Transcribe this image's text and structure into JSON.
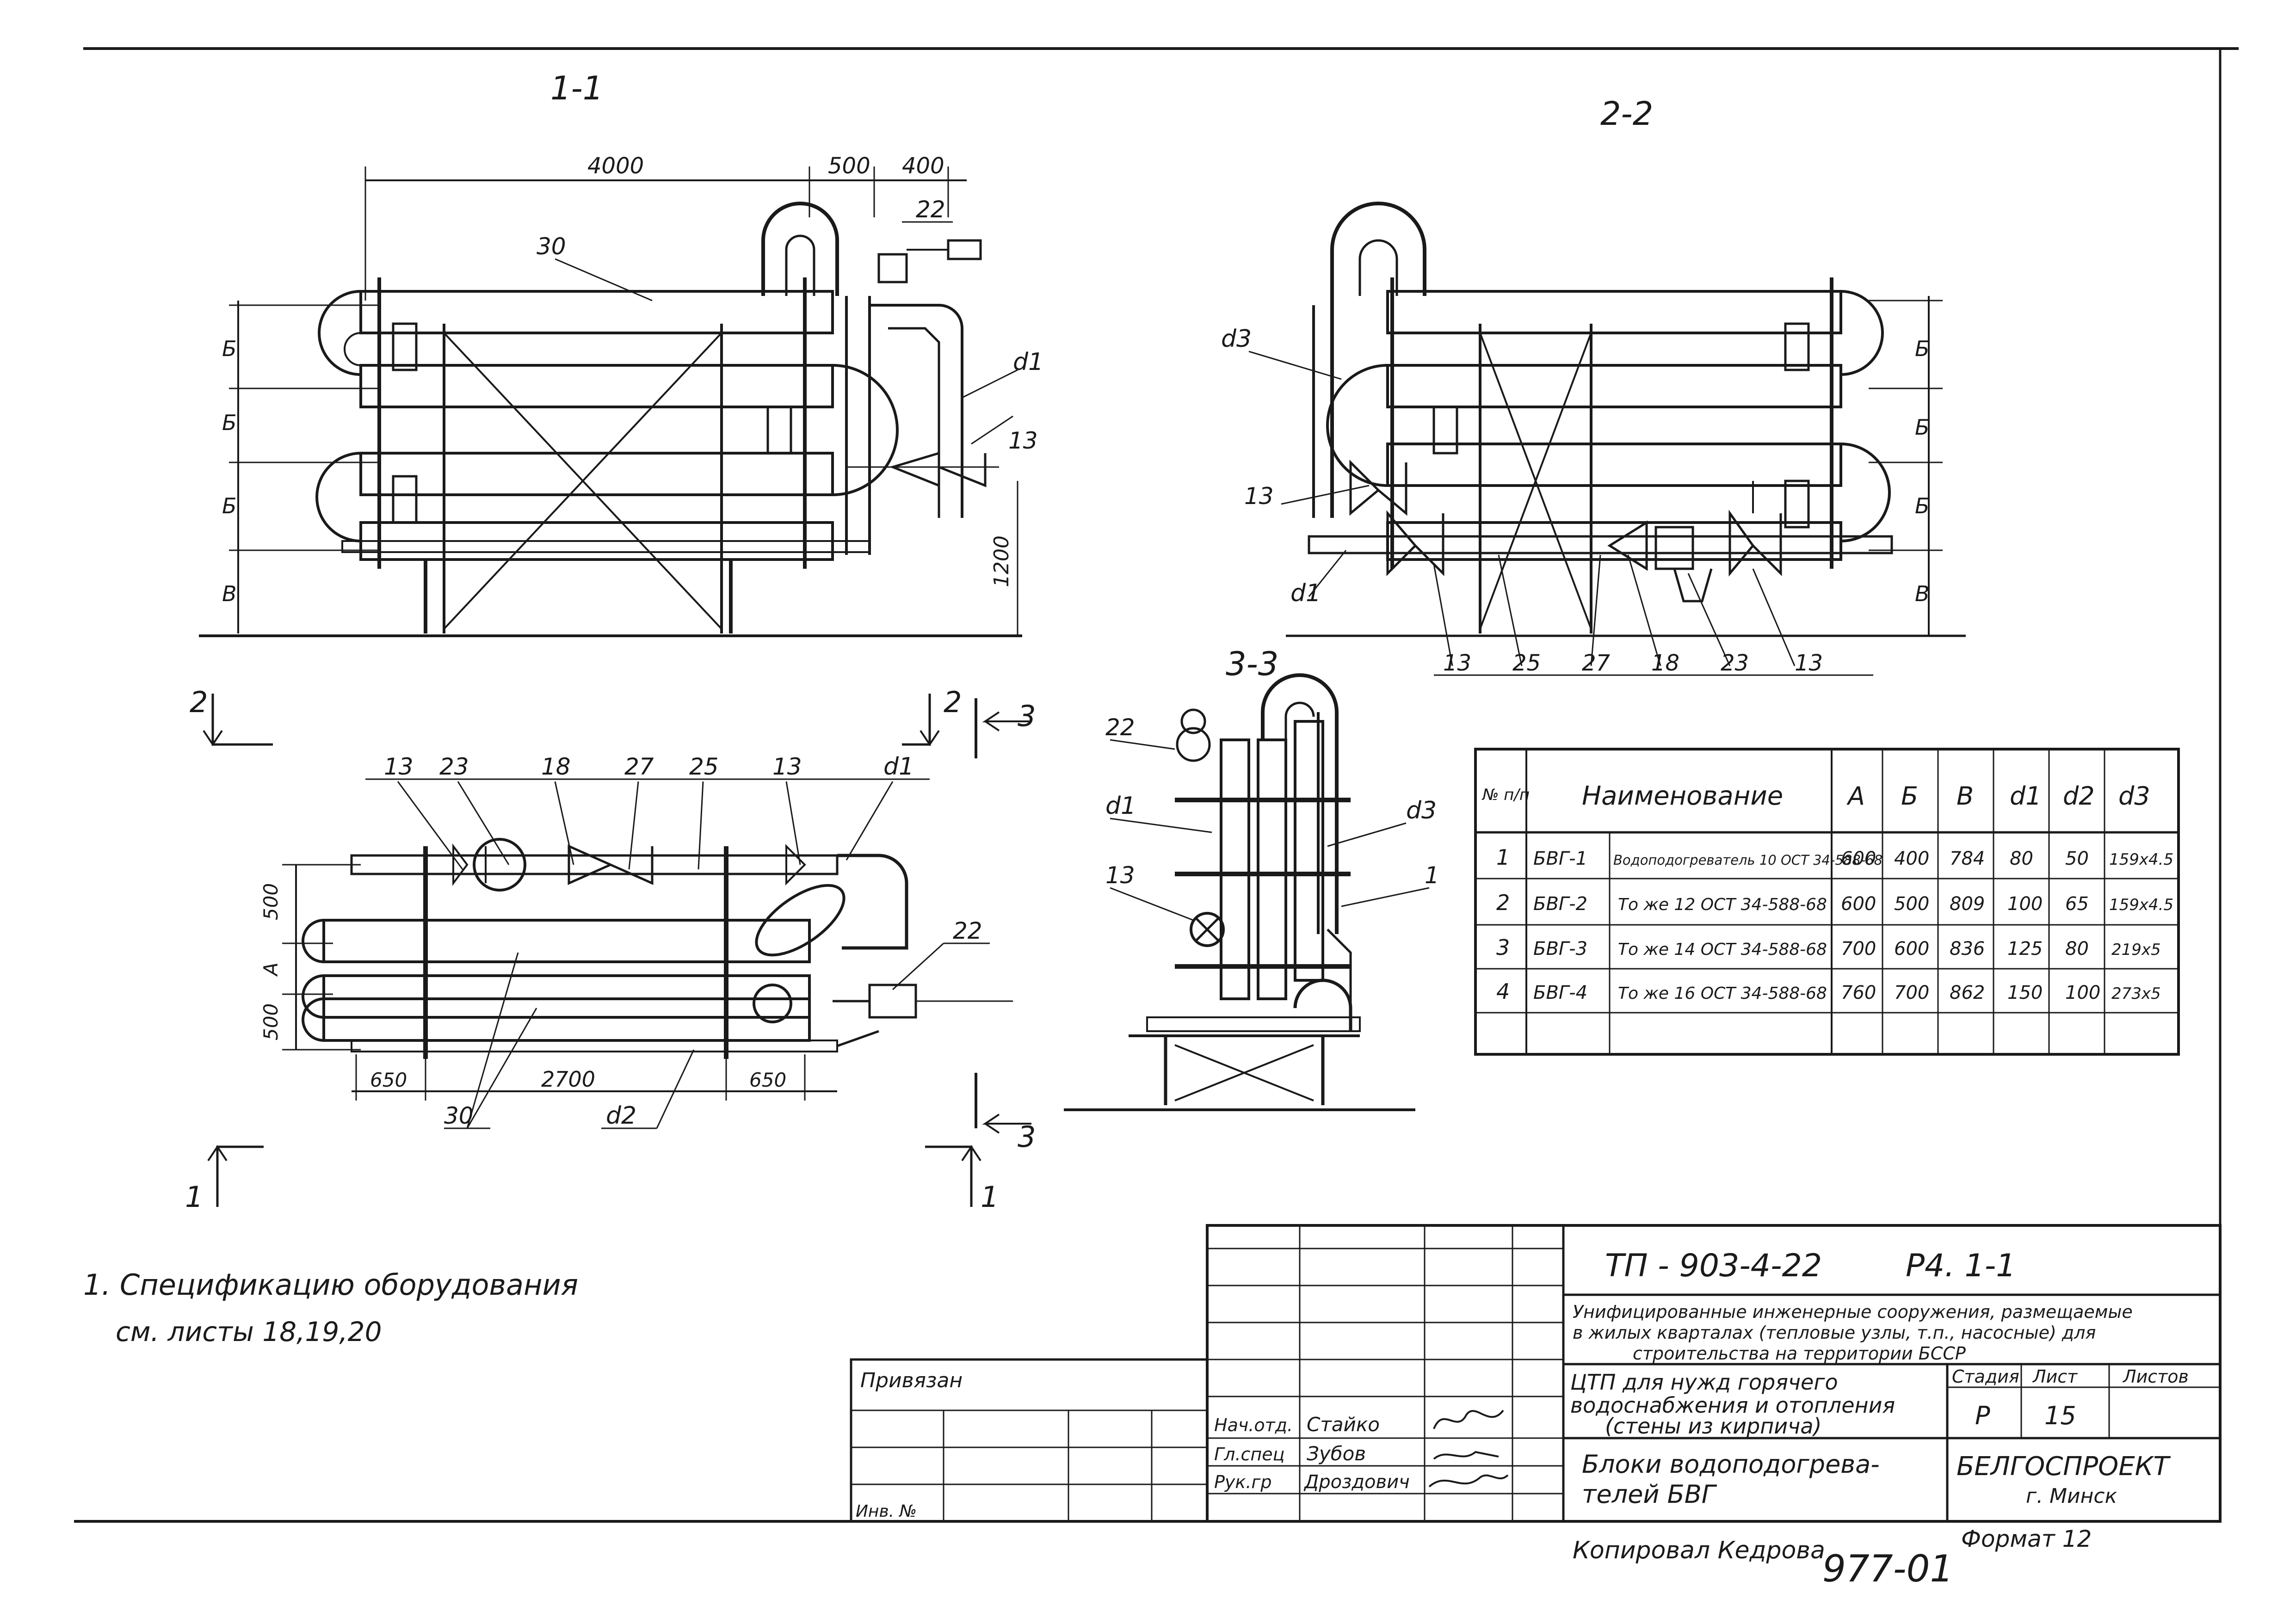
{
  "colors": {
    "ink": "#1a1a1a",
    "paper": "#ffffff"
  },
  "sections": {
    "s11": "1-1",
    "s22": "2-2",
    "s33": "3-3",
    "cut1": "1",
    "cut2": "2",
    "cut3": "3"
  },
  "view11": {
    "dims": {
      "d4000": "4000",
      "d500": "500",
      "d400": "400",
      "d1200": "1200"
    },
    "side": {
      "b1": "Б",
      "b2": "Б",
      "b3": "Б",
      "v": "В"
    },
    "callouts": {
      "c30": "30",
      "c22": "22",
      "cd1": "d1",
      "c13": "13"
    }
  },
  "view22": {
    "side": {
      "b1": "Б",
      "b2": "Б",
      "b3": "Б",
      "v": "В"
    },
    "callouts": {
      "cd3": "d3",
      "c13a": "13",
      "cd1": "d1"
    },
    "bottom": [
      "13",
      "25",
      "27",
      "18",
      "23",
      "13"
    ]
  },
  "plan": {
    "top": [
      "13",
      "23",
      "18",
      "27",
      "25",
      "13",
      "d1"
    ],
    "c22": "22",
    "dims": {
      "d500a": "500",
      "dA": "A",
      "d500b": "500",
      "d650a": "650",
      "d2700": "2700",
      "d650b": "650"
    },
    "bottom": {
      "c30": "30",
      "cd2": "d2"
    }
  },
  "view33": {
    "c22": "22",
    "cd1": "d1",
    "c13": "13",
    "cd3": "d3",
    "c1": "1"
  },
  "spec_table": {
    "headers": [
      "№ п/п",
      "Наименование",
      "",
      "A",
      "Б",
      "В",
      "d1",
      "d2",
      "d3"
    ],
    "rows": [
      [
        "1",
        "БВГ-1",
        "Водоподогреватель 10 ОСТ 34-588-68",
        "600",
        "400",
        "784",
        "80",
        "50",
        "159x4.5"
      ],
      [
        "2",
        "БВГ-2",
        "То же 12 ОСТ 34-588-68",
        "600",
        "500",
        "809",
        "100",
        "65",
        "159x4.5"
      ],
      [
        "3",
        "БВГ-3",
        "То же 14 ОСТ 34-588-68",
        "700",
        "600",
        "836",
        "125",
        "80",
        "219x5"
      ],
      [
        "4",
        "БВГ-4",
        "То же 16 ОСТ 34-588-68",
        "760",
        "700",
        "862",
        "150",
        "100",
        "273x5"
      ]
    ]
  },
  "note": {
    "line1": "1. Спецификацию оборудования",
    "line2": "см. листы 18,19,20"
  },
  "title_block": {
    "privyazan": "Привязан",
    "inv": "Инв. №",
    "doc_code": "ТП - 903-4-22",
    "sheet_code": "Р4. 1-1",
    "project_line1": "Унифицированные инженерные сооружения, размещаемые",
    "project_line2": "в жилых кварталах (тепловые узлы, т.п., насосные) для",
    "project_line3": "строительства на территории БССР",
    "object_line1": "ЦТП для нужд горячего",
    "object_line2": "водоснабжения и отопления",
    "object_line3": "(стены из кирпича)",
    "drawing_line1": "Блоки водоподогрева-",
    "drawing_line2": "телей БВГ",
    "stage_hdr": "Стадия",
    "sheet_hdr": "Лист",
    "sheets_hdr": "Листов",
    "stage_val": "Р",
    "sheet_val": "15",
    "org_name": "БЕЛГОСПРОЕКТ",
    "org_city": "г. Минск",
    "roles": [
      "Нач.отд.",
      "Гл.спец",
      "Рук.гр"
    ],
    "names": [
      "Стайко",
      "Зубов",
      "Дроздович"
    ]
  },
  "footer": {
    "copied": "Копировал Кедрова",
    "number": "977-01",
    "format": "Формат 12"
  }
}
